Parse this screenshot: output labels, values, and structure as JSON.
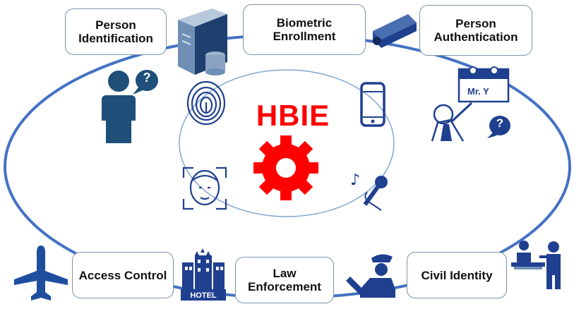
{
  "center_title": "HBIE",
  "boxes": {
    "person_identification": "Person\nIdentification",
    "biometric_enrollment": "Biometric\nEnrollment",
    "person_authentication": "Person\nAuthentication",
    "access_control": "Access Control",
    "law_enforcement": "Law\nEnforcement",
    "civil_identity": "Civil Identity"
  },
  "icon_text": {
    "name_sign": "Mr. Y",
    "hotel_sign": "HOTEL",
    "question_mark": "?"
  },
  "colors": {
    "outer_ring": "#4472c4",
    "inner_ring": "#7fa7d0",
    "icon_blue": "#1f3f8f",
    "person_blue": "#1f4e79",
    "accent_red": "#ff0000"
  }
}
